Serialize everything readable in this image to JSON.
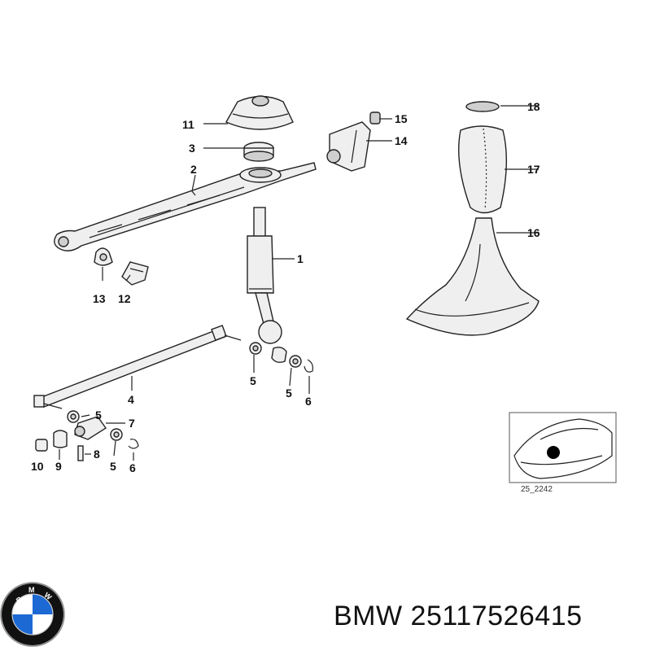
{
  "callouts": {
    "c1": "1",
    "c2": "2",
    "c3": "3",
    "c4": "4",
    "c5a": "5",
    "c5b": "5",
    "c5c": "5",
    "c5d": "5",
    "c6a": "6",
    "c6b": "6",
    "c7": "7",
    "c8": "8",
    "c9": "9",
    "c10": "10",
    "c11": "11",
    "c12": "12",
    "c13": "13",
    "c14": "14",
    "c15": "15",
    "c16": "16",
    "c17": "17",
    "c18": "18"
  },
  "thumbnail": {
    "code": "25_2242"
  },
  "logo": {
    "letters": "BMW",
    "colors": {
      "blue": "#1c69d4",
      "white": "#ffffff",
      "black": "#111111"
    }
  },
  "caption": {
    "brand": "BMW",
    "part_number": "25117526415"
  }
}
